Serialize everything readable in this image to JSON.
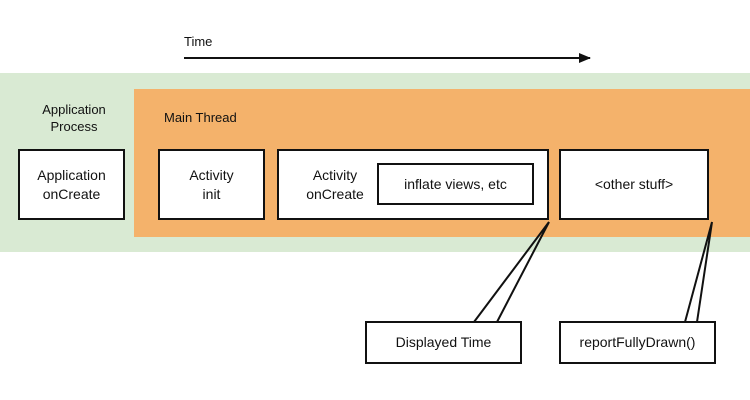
{
  "timeline": {
    "label": "Time"
  },
  "process": {
    "label": "Application\nProcess",
    "color": "#d9ead3"
  },
  "main_thread": {
    "label": "Main Thread",
    "color": "#f4b26b"
  },
  "boxes": {
    "app_oncreate": "Application\nonCreate",
    "activity_init": "Activity\ninit",
    "activity_oncreate": "Activity\nonCreate",
    "inflate_views": "inflate views, etc",
    "other_stuff": "<other stuff>"
  },
  "callouts": {
    "displayed_time": "Displayed Time",
    "report_fully_drawn": "reportFullyDrawn()"
  }
}
